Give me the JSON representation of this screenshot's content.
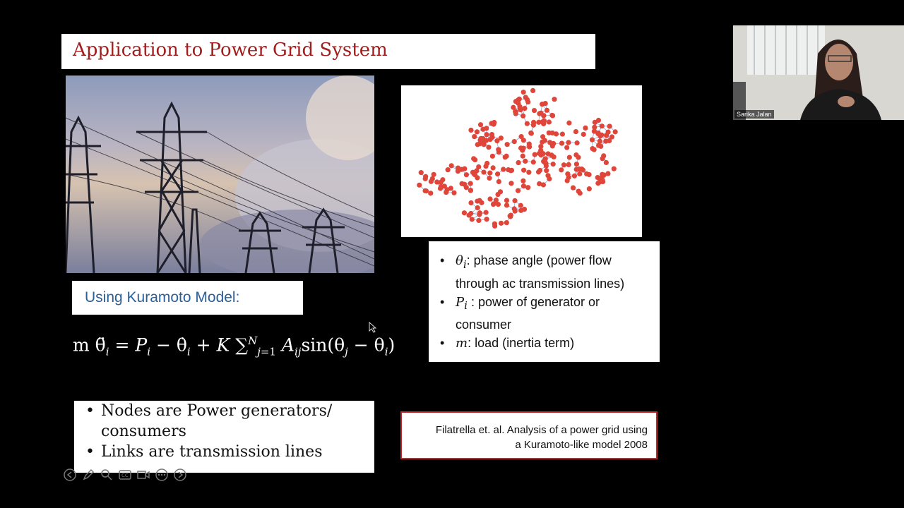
{
  "slide": {
    "title": "Application to Power Grid System",
    "model_label": "Using Kuramoto Model:",
    "legend": [
      {
        "symbol": "θ",
        "sub": "i",
        "text": ": phase angle  (power flow through ac transmission lines)"
      },
      {
        "symbol": "P",
        "sub": "i",
        "text": " : power of generator or consumer"
      },
      {
        "symbol": "m",
        "sub": "",
        "text": ": load (inertia term)"
      }
    ],
    "bullets": [
      "Nodes are Power generators/ consumers",
      "Links are transmission lines"
    ],
    "reference_line1": "Filatrella et. al. Analysis of a power grid using",
    "reference_line2": "a Kuramoto-like model 2008"
  },
  "video": {
    "participant_name": "Sarika Jalan"
  },
  "toolbar": {
    "icons": [
      "previous-icon",
      "pen-icon",
      "zoom-icon",
      "captions-icon",
      "video-icon",
      "more-icon",
      "next-icon"
    ]
  }
}
